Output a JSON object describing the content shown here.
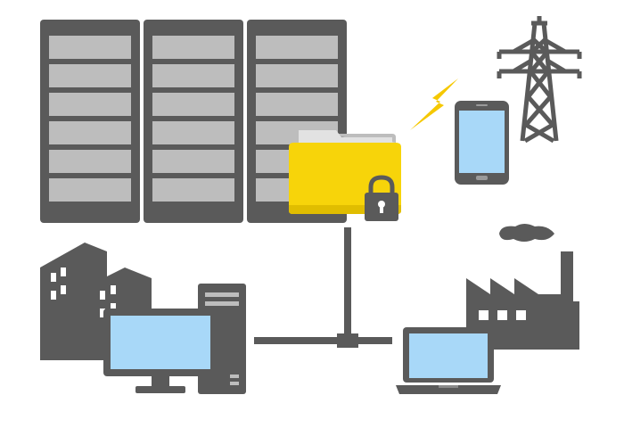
{
  "diagram": {
    "kind": "network-infrastructure-illustration",
    "labels": [],
    "nodes": [
      {
        "id": "server-racks",
        "icon": "server-rack-icon",
        "count": 3
      },
      {
        "id": "secure-folder",
        "icon": "locked-folder-icon"
      },
      {
        "id": "power-tower",
        "icon": "transmission-tower-icon"
      },
      {
        "id": "tablet",
        "icon": "tablet-icon"
      },
      {
        "id": "office-buildings",
        "icon": "office-building-icon"
      },
      {
        "id": "desktop",
        "icon": "desktop-computer-icon"
      },
      {
        "id": "factory",
        "icon": "factory-icon"
      },
      {
        "id": "laptop",
        "icon": "laptop-icon"
      }
    ],
    "links": [
      {
        "from": "secure-folder",
        "to": "desktop",
        "style": "wired"
      },
      {
        "from": "secure-folder",
        "to": "laptop",
        "style": "wired"
      },
      {
        "from": "secure-folder",
        "to": "tablet",
        "style": "wireless"
      }
    ]
  },
  "colors": {
    "icon_dark": "#5a5a5a",
    "rack_slot": "#bdbdbd",
    "screen": "#a8d8f8",
    "folder": "#f7d40a",
    "folder_tab": "#d8d8d8",
    "lightning": "#f5c800",
    "background": "#ffffff"
  }
}
